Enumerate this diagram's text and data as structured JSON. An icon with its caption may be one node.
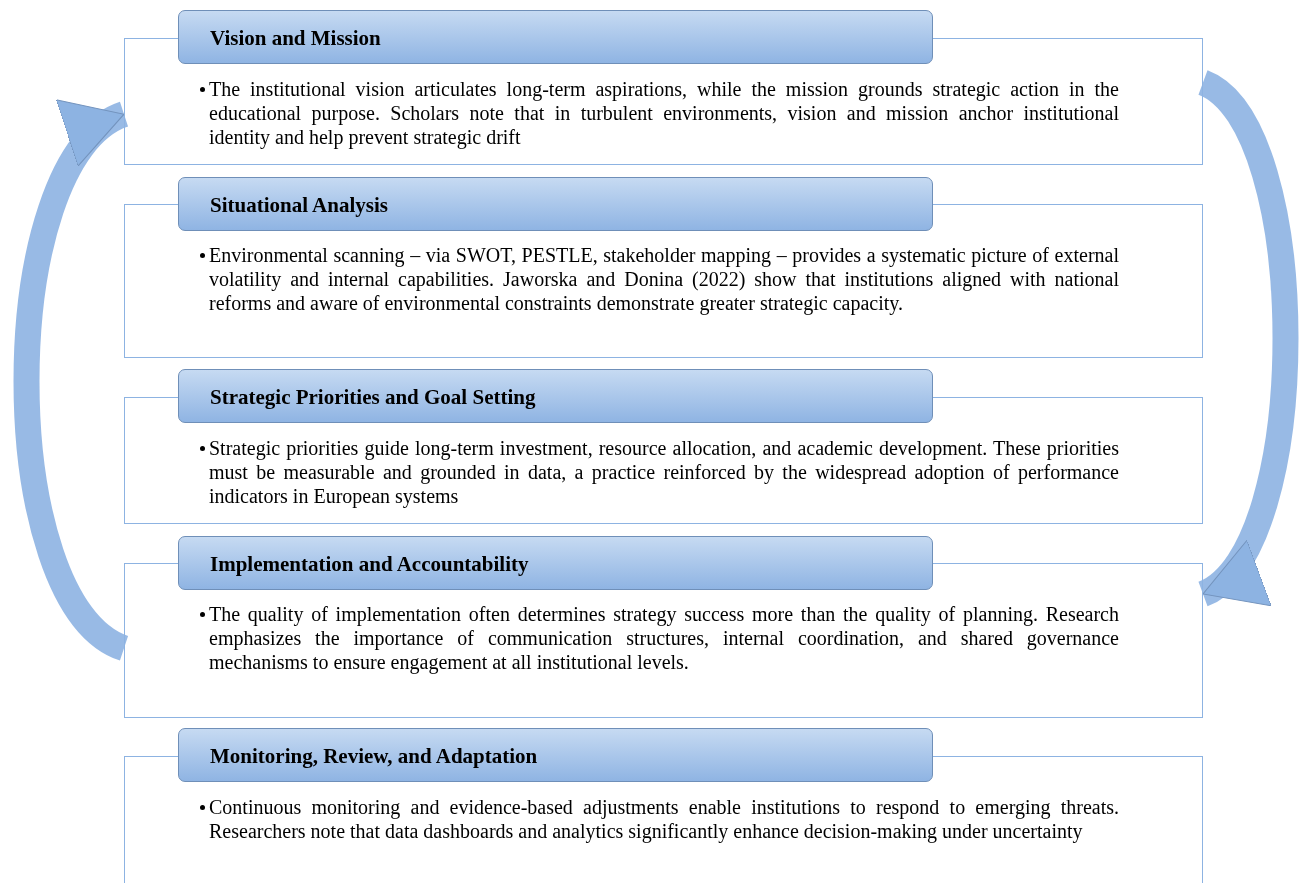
{
  "diagram": {
    "nodes": [
      {
        "text": [
          "Vision and Mission",
          "The institutional vision articulates long-term aspirations, while the mission grounds strategic action in the educational purpose. Scholars note that in turbulent environments, vision and mission anchor institutional identity and help prevent strategic drift"
        ]
      },
      {
        "text": [
          "Situational Analysis",
          "Environmental scanning – via SWOT, PESTLE, stakeholder mapping – provides a systematic picture of external volatility and internal capabilities. Jaworska and Donina (2022) show that institutions aligned with national reforms and aware of environmental constraints demonstrate greater strategic capacity."
        ]
      },
      {
        "text": [
          "Strategic Priorities and Goal Setting",
          "Strategic priorities guide long-term investment, resource allocation, and academic development. These priorities must be measurable and grounded in data, a practice reinforced by the widespread adoption of performance indicators in European systems"
        ]
      },
      {
        "text": [
          "Implementation and Accountability",
          "The quality of implementation often determines strategy success more than the quality of planning. Research emphasizes the importance of communication structures, internal coordination, and shared governance mechanisms to ensure engagement at all institutional levels."
        ]
      },
      {
        "text": [
          "Monitoring, Review, and Adaptation",
          "Continuous monitoring and evidence-based adjustments enable institutions to respond to emerging threats. Researchers note that data dashboards and analytics significantly enhance decision-making under uncertainty"
        ]
      }
    ],
    "edges": [
      {
        "from": 3,
        "to": 0,
        "arrow": "to"
      },
      {
        "from": 0,
        "to": 3,
        "arrow": "to"
      }
    ]
  }
}
